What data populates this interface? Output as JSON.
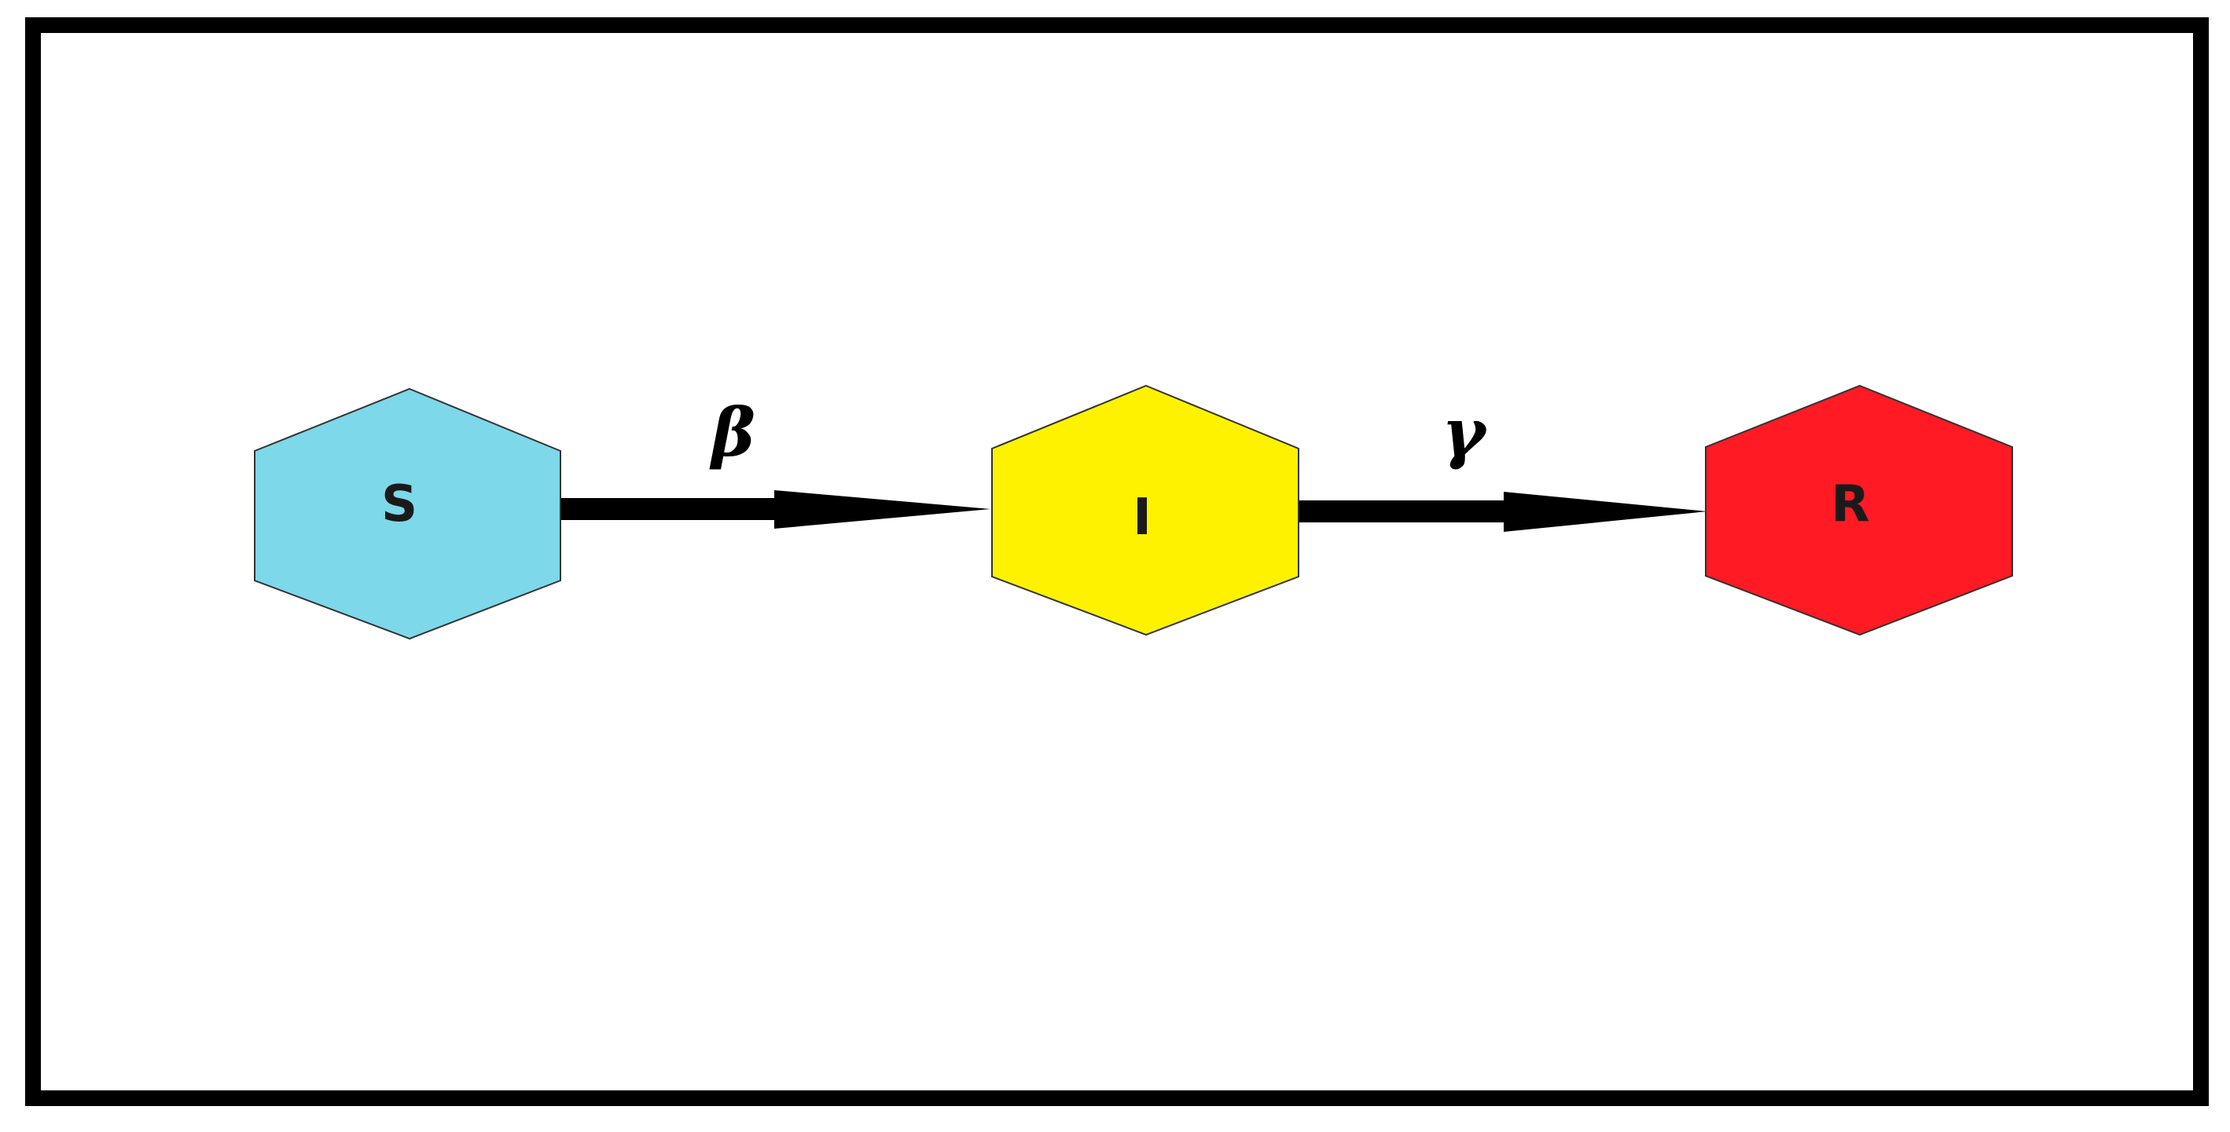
{
  "diagram": {
    "frame_color": "#000000",
    "edge_color": "#000000",
    "compartments": [
      {
        "id": "S",
        "label": "S",
        "fill": "#7DD8EA",
        "shape": "hexagon"
      },
      {
        "id": "I",
        "label": "I",
        "fill": "#FFF200",
        "shape": "hexagon"
      },
      {
        "id": "R",
        "label": "R",
        "fill": "#FF1A24",
        "shape": "hexagon"
      }
    ],
    "transitions": [
      {
        "from": "S",
        "to": "I",
        "rate": "β"
      },
      {
        "from": "I",
        "to": "R",
        "rate": "γ"
      }
    ]
  }
}
